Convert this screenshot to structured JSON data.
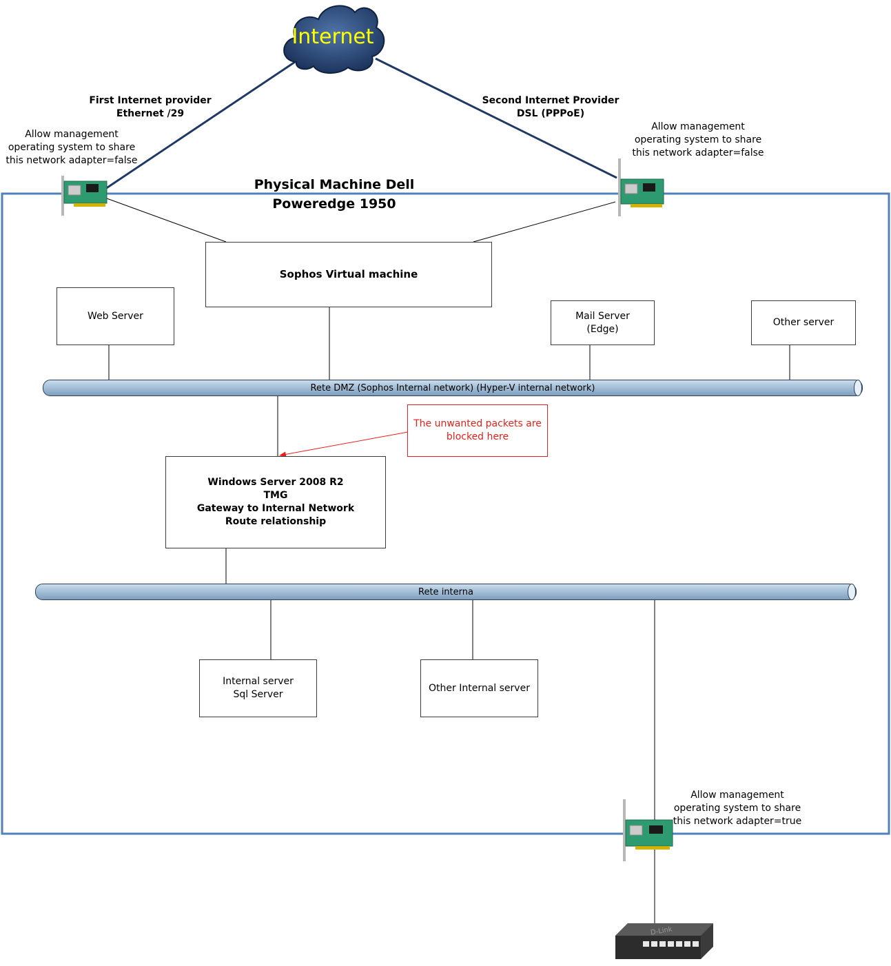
{
  "internet": {
    "label": "Internet"
  },
  "providers": {
    "first": "First Internet provider\nEthernet /29",
    "second": "Second Internet Provider\nDSL (PPPoE)"
  },
  "adapters": {
    "left_note": "Allow management\noperating system to share\nthis network adapter=false",
    "right_note": "Allow management\noperating system to share\nthis network adapter=false",
    "bottom_note": "Allow management\noperating system to share\nthis network adapter=true"
  },
  "machine": {
    "title": "Physical Machine Dell\nPoweredge 1950"
  },
  "nodes": {
    "sophos": "Sophos Virtual machine",
    "web": "Web Server",
    "mail": "Mail Server\n(Edge)",
    "other": "Other server",
    "tmg": "Windows Server 2008 R2\nTMG\nGateway to Internal Network\nRoute relationship",
    "sql": "Internal server\nSql Server",
    "other_internal": "Other Internal server"
  },
  "networks": {
    "dmz": "Rete DMZ  (Sophos Internal network) (Hyper-V internal network)",
    "internal": "Rete interna"
  },
  "callout": {
    "text": "The unwanted packets are\nblocked here",
    "color": "#e8201c"
  },
  "colors": {
    "frame": "#4f81bd",
    "uplink": "#1f3864",
    "cloud": "#1f3a63",
    "internet_text": "#ffff00"
  },
  "switch": {
    "brand": "D-Link"
  }
}
